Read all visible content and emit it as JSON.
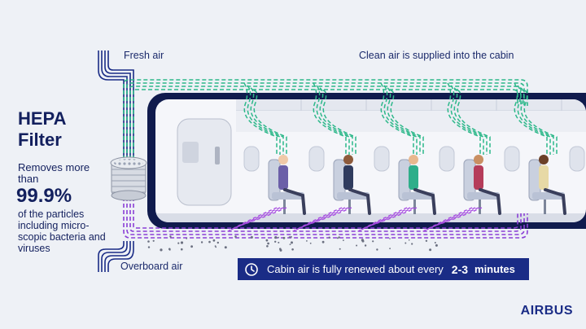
{
  "hepa": {
    "title_line1": "HEPA",
    "title_line2": "Filter",
    "lead": "Removes more than",
    "percentage": "99.9%",
    "description": "of the particles including micro-scopic bacteria and viruses"
  },
  "labels": {
    "fresh_air": "Fresh air",
    "clean_air": "Clean air is supplied into the cabin",
    "overboard_air": "Overboard air"
  },
  "banner": {
    "text": "Cabin air is fully renewed about every",
    "number": "2-3",
    "unit": "minutes"
  },
  "brand": {
    "logo_text": "AIRBUS"
  },
  "colors": {
    "navy": "#13205e",
    "banner": "#1a2c86",
    "fresh": "#2db88a",
    "exhaust": "#8a3fd6",
    "cabin_bg": "#f5f6fa"
  },
  "icons": {
    "clock": "clock-icon",
    "filter": "hepa-filter-icon"
  }
}
